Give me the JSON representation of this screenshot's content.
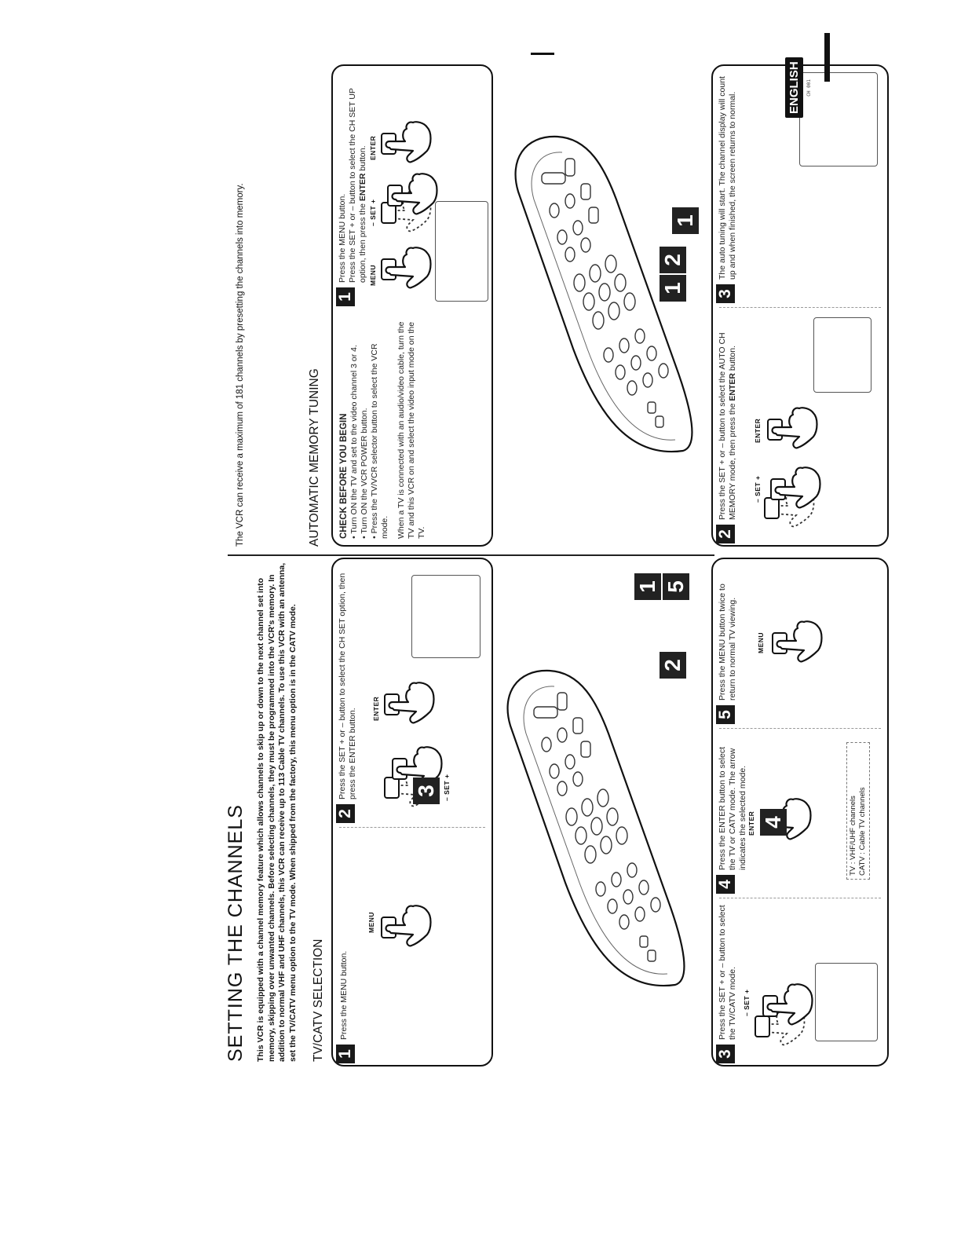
{
  "page": {
    "title": "SETTING THE CHANNELS",
    "intro": "This VCR is equipped with a channel memory feature which allows channels to skip up or down to the next channel set into memory, skipping over unwanted channels. Before selecting channels, they must be programmed into the VCR's memory. In addition to normal VHF and UHF channels, this VCR can receive up to 113 Cable TV channels. To use this VCR with an antenna, set the TV/CATV menu option to the TV mode. When shipped from the factory, this menu option is in the CATV mode.",
    "language_tab": "ENGLISH"
  },
  "tvcatv": {
    "heading": "TV/CATV SELECTION",
    "steps": [
      {
        "num": "1",
        "text": "Press the MENU button.",
        "button": "MENU"
      },
      {
        "num": "2",
        "text": "Press the SET + or – button to select the CH SET option, then press the ENTER button.",
        "set_label": "– SET +",
        "enter_label": "ENTER"
      },
      {
        "num": "3",
        "text": "Press the SET + or – button to select the TV/CATV mode.",
        "set_label": "– SET +"
      },
      {
        "num": "4",
        "text": "Press the ENTER button to select the TV or CATV mode. The arrow indicates the selected mode.",
        "enter_label": "ENTER"
      },
      {
        "num": "5",
        "text": "Press the MENU button twice to return to normal TV viewing.",
        "button": "MENU"
      }
    ],
    "legend": [
      "TV  : VHF/UHF channels",
      "CATV : Cable TV channels"
    ],
    "callouts": [
      "4",
      "3",
      "2",
      "1",
      "5"
    ]
  },
  "auto": {
    "note": "The VCR can receive a maximum of 181 channels by presetting the channels into memory.",
    "heading": "AUTOMATIC MEMORY TUNING",
    "check_heading": "CHECK BEFORE YOU BEGIN",
    "check_items": [
      "Turn ON the TV and set to the video channel 3 or 4.",
      "Turn ON the VCR POWER button.",
      "Press the TV/VCR selector button to select the VCR mode."
    ],
    "check_note": "When a TV is connected with an audio/video cable, turn the TV and this VCR on and select the video input mode on the TV.",
    "steps": [
      {
        "num": "1",
        "text_a": "Press the MENU button.",
        "text_b": "Press the SET + or – button to select the CH SET UP option, then press the ",
        "text_bold": "ENTER",
        "text_c": " button.",
        "menu_label": "MENU",
        "set_label": "– SET +",
        "enter_label": "ENTER"
      },
      {
        "num": "2",
        "text_a": "Press the SET + or – button to select the AUTO CH MEMORY mode, then press  the ",
        "text_bold": "ENTER",
        "text_c": " button.",
        "set_label": "– SET +",
        "enter_label": "ENTER"
      },
      {
        "num": "3",
        "text": "The auto tuning will start. The channel display will count up and when finished, the screen returns to normal.",
        "screen_text": "CH 001"
      }
    ],
    "callouts": [
      "1",
      "2",
      "1"
    ]
  }
}
